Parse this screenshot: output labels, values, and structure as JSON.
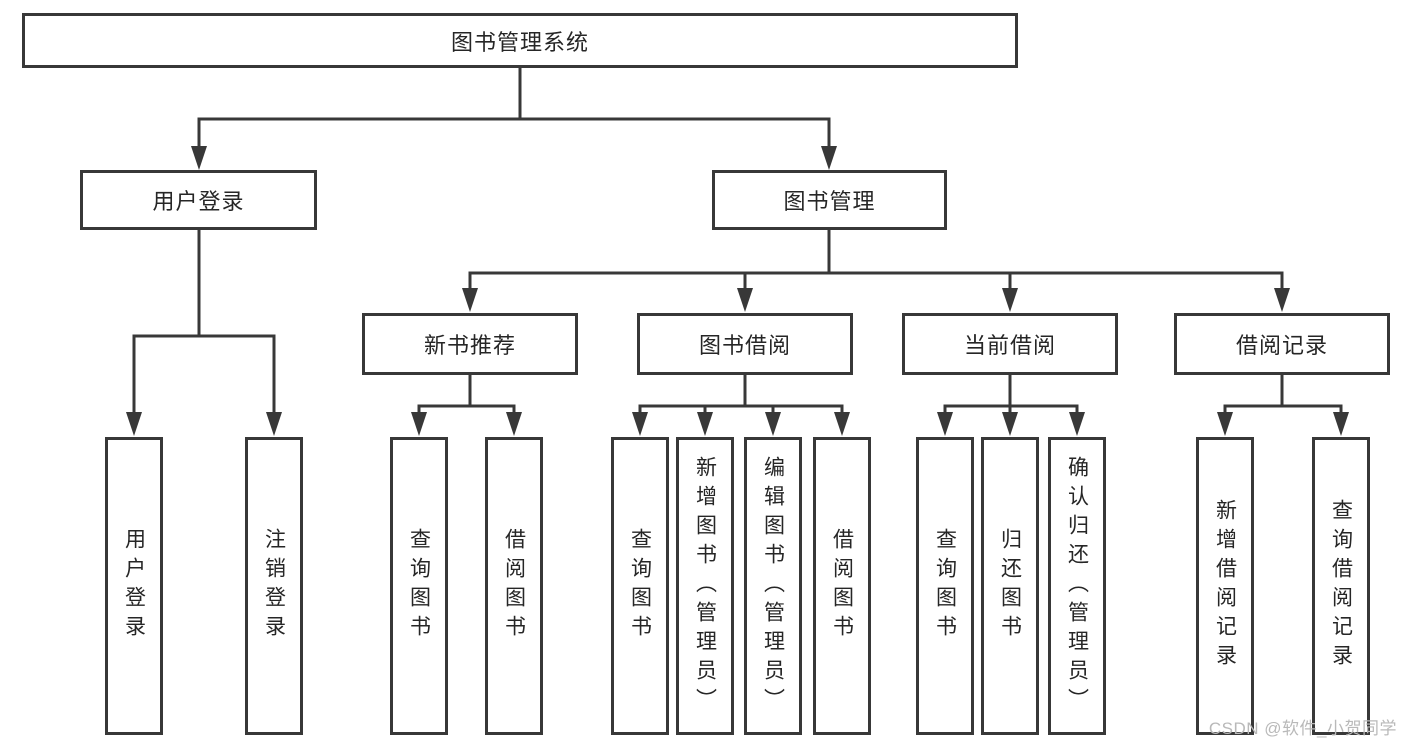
{
  "diagram": {
    "root": {
      "label": "图书管理系统"
    },
    "branches": [
      {
        "label": "用户登录",
        "children": [
          {
            "label": "用户登录"
          },
          {
            "label": "注销登录"
          }
        ]
      },
      {
        "label": "图书管理",
        "children": [
          {
            "label": "新书推荐",
            "children": [
              {
                "label": "查询图书"
              },
              {
                "label": "借阅图书"
              }
            ]
          },
          {
            "label": "图书借阅",
            "children": [
              {
                "label": "查询图书"
              },
              {
                "label": "新增图书（管理员）"
              },
              {
                "label": "编辑图书（管理员）"
              },
              {
                "label": "借阅图书"
              }
            ]
          },
          {
            "label": "当前借阅",
            "children": [
              {
                "label": "查询图书"
              },
              {
                "label": "归还图书"
              },
              {
                "label": "确认归还（管理员）"
              }
            ]
          },
          {
            "label": "借阅记录",
            "children": [
              {
                "label": "新增借阅记录"
              },
              {
                "label": "查询借阅记录"
              }
            ]
          }
        ]
      }
    ]
  },
  "watermark": {
    "text": "CSDN @软件_小贺同学"
  },
  "colors": {
    "line": "#383838",
    "text": "#262626",
    "watermark": "#b9b9b9",
    "background": "#ffffff"
  }
}
